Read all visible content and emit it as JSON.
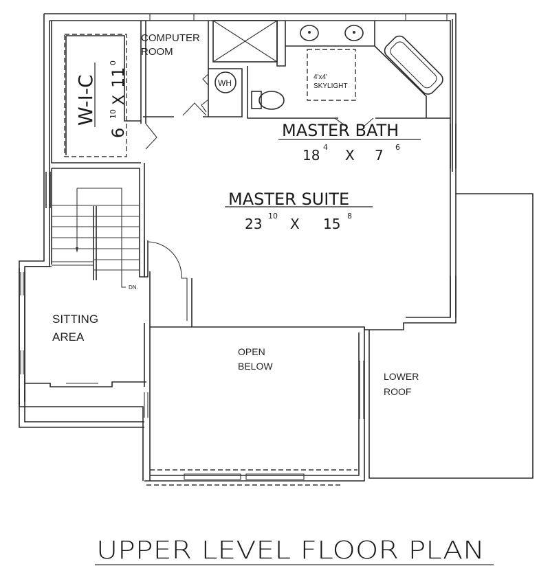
{
  "plan": {
    "title": "UPPER LEVEL FLOOR PLAN",
    "colors": {
      "line": "#2a2a2a",
      "background": "#ffffff"
    }
  },
  "rooms": {
    "wic": {
      "name": "W-I-C",
      "dim_a": "6",
      "dim_a_in": "10",
      "x": "X",
      "dim_b": "11",
      "dim_b_in": "0"
    },
    "computer_room": {
      "line1": "COMPUTER",
      "line2": "ROOM"
    },
    "water_heater": {
      "label": "WH"
    },
    "skylight": {
      "line1": "4'x4'",
      "line2": "SKYLIGHT"
    },
    "master_bath": {
      "name": "MASTER BATH",
      "dim_a": "18",
      "dim_a_in": "4",
      "x": "X",
      "dim_b": "7",
      "dim_b_in": "6"
    },
    "master_suite": {
      "name": "MASTER SUITE",
      "dim_a": "23",
      "dim_a_in": "10",
      "x": "X",
      "dim_b": "15",
      "dim_b_in": "8"
    },
    "stairs": {
      "label": "DN."
    },
    "sitting_area": {
      "line1": "SITTING",
      "line2": "AREA"
    },
    "open_below": {
      "line1": "OPEN",
      "line2": "BELOW"
    },
    "lower_roof": {
      "line1": "LOWER",
      "line2": "ROOF"
    }
  }
}
